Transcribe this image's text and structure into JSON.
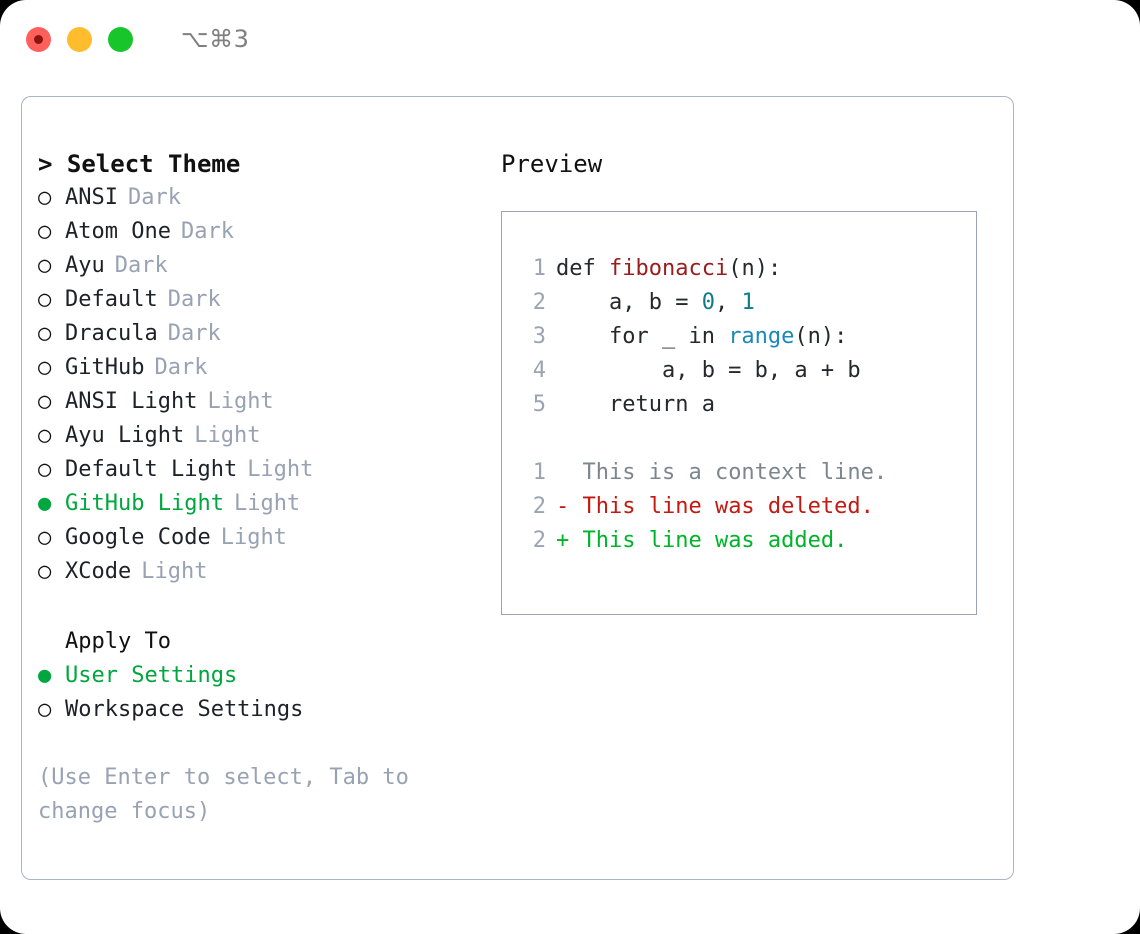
{
  "window": {
    "shortcut": "⌥⌘3",
    "traffic_lights": [
      {
        "name": "close",
        "color": "#ff605c"
      },
      {
        "name": "minimize",
        "color": "#ffbd2e"
      },
      {
        "name": "maximize",
        "color": "#18c62c"
      }
    ]
  },
  "theme_picker": {
    "title": "> Select Theme",
    "marker_unselected": "○",
    "marker_selected": "●",
    "selected_color": "#00a63e",
    "badge_color": "#98a2b3",
    "items": [
      {
        "label": "ANSI",
        "badge": "Dark",
        "selected": false
      },
      {
        "label": "Atom One",
        "badge": "Dark",
        "selected": false
      },
      {
        "label": "Ayu",
        "badge": "Dark",
        "selected": false
      },
      {
        "label": "Default",
        "badge": "Dark",
        "selected": false
      },
      {
        "label": "Dracula",
        "badge": "Dark",
        "selected": false
      },
      {
        "label": "GitHub",
        "badge": "Dark",
        "selected": false
      },
      {
        "label": "ANSI Light",
        "badge": "Light",
        "selected": false
      },
      {
        "label": "Ayu Light",
        "badge": "Light",
        "selected": false
      },
      {
        "label": "Default Light",
        "badge": "Light",
        "selected": false
      },
      {
        "label": "GitHub Light",
        "badge": "Light",
        "selected": true
      },
      {
        "label": "Google Code",
        "badge": "Light",
        "selected": false
      },
      {
        "label": "XCode",
        "badge": "Light",
        "selected": false
      }
    ]
  },
  "apply_to": {
    "title": "Apply To",
    "items": [
      {
        "label": "User Settings",
        "selected": true
      },
      {
        "label": "Workspace Settings",
        "selected": false
      }
    ]
  },
  "hint": "(Use Enter to select, Tab to change focus)",
  "preview": {
    "title": "Preview",
    "code": [
      {
        "lineno": "1",
        "tokens": [
          {
            "text": "def ",
            "type": "plain"
          },
          {
            "text": "fibonacci",
            "type": "function"
          },
          {
            "text": "(n):",
            "type": "plain"
          }
        ]
      },
      {
        "lineno": "2",
        "tokens": [
          {
            "text": "    a, b = ",
            "type": "plain"
          },
          {
            "text": "0",
            "type": "number"
          },
          {
            "text": ", ",
            "type": "plain"
          },
          {
            "text": "1",
            "type": "number"
          }
        ]
      },
      {
        "lineno": "3",
        "tokens": [
          {
            "text": "    for _ in ",
            "type": "plain"
          },
          {
            "text": "range",
            "type": "builtin"
          },
          {
            "text": "(n):",
            "type": "plain"
          }
        ]
      },
      {
        "lineno": "4",
        "tokens": [
          {
            "text": "        a, b = b, a + b",
            "type": "plain"
          }
        ]
      },
      {
        "lineno": "5",
        "tokens": [
          {
            "text": "    return a",
            "type": "plain"
          }
        ]
      }
    ],
    "diff": [
      {
        "lineno": "1",
        "sign": " ",
        "text": " This is a context line.",
        "kind": "context"
      },
      {
        "lineno": "2",
        "sign": "-",
        "text": " This line was deleted.",
        "kind": "deleted"
      },
      {
        "lineno": "2",
        "sign": "+",
        "text": " This line was added.",
        "kind": "added"
      }
    ],
    "colors": {
      "function": "#9b1c1c",
      "number": "#0f7b8a",
      "builtin": "#1989b8",
      "plain": "#24292e",
      "lineno": "#9aa4b2",
      "context": "#7d858f",
      "deleted": "#c21a12",
      "added": "#00b32a"
    }
  }
}
